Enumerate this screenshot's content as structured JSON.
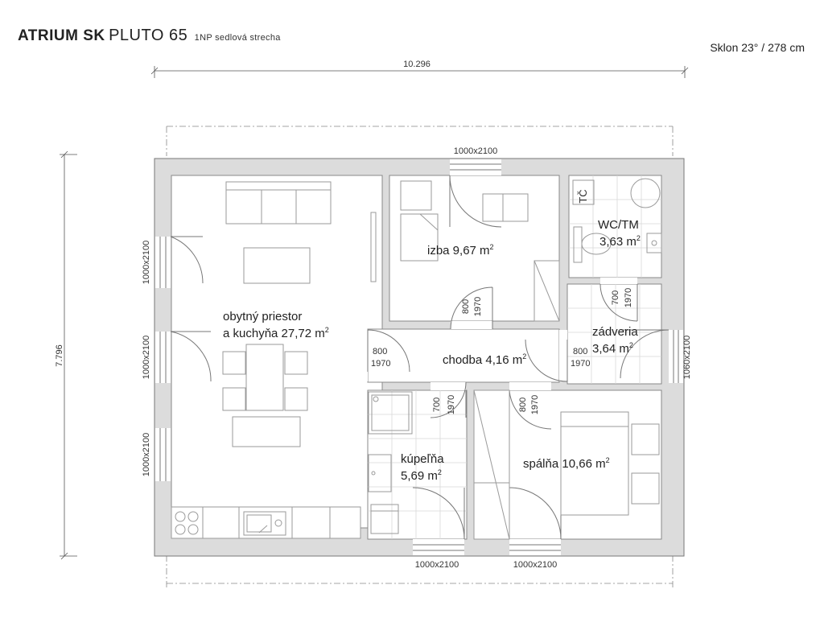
{
  "header": {
    "brand": "ATRIUM SK",
    "model": "PLUTO 65",
    "subtitle": "1NP  sedlová strecha",
    "roof_slope": "Sklon 23° / 278 cm"
  },
  "dimensions": {
    "width": "10.296",
    "height": "7.796"
  },
  "rooms": {
    "living_1": "obytný priestor",
    "living_2": "a kuchyňa 27,72 m",
    "izba": "izba  9,67 m",
    "wc_1": "WC/TM",
    "wc_2": "3,63 m",
    "entry_1": "zádveria",
    "entry_2": "3,64 m",
    "hall": "chodba 4,16 m",
    "bath_1": "kúpeľňa",
    "bath_2": "5,69 m",
    "bedroom": "spálňa 10,66 m",
    "sq": "2"
  },
  "doors": {
    "top": "1000x2100",
    "bottom_left": "1000x2100",
    "bottom_right": "1000x2100",
    "left_1": "1000x2100",
    "left_2": "1000x2100",
    "left_3": "1000x2100",
    "right": "1060x2100",
    "hall_left_w": "800",
    "hall_left_h": "1970",
    "hall_right_w": "800",
    "hall_right_h": "1970",
    "izba_w": "800",
    "izba_h": "1970",
    "entry_w": "700",
    "entry_h": "1970",
    "bath_w": "700",
    "bath_h": "1970",
    "bed_w": "800",
    "bed_h": "1970"
  },
  "fixtures": {
    "heat_pump": "TČ"
  }
}
